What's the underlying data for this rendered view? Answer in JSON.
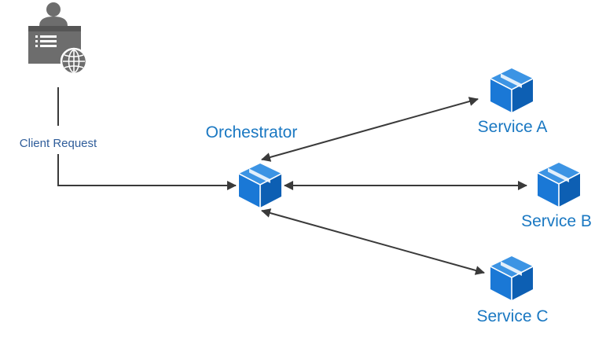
{
  "diagram": {
    "client": {
      "label": "Client Request",
      "icon": "client-browser-icon"
    },
    "orchestrator": {
      "label": "Orchestrator",
      "icon": "cube-icon"
    },
    "services": [
      {
        "label": "Service A",
        "icon": "cube-icon"
      },
      {
        "label": "Service B",
        "icon": "cube-icon"
      },
      {
        "label": "Service C",
        "icon": "cube-icon"
      }
    ]
  },
  "colors": {
    "cube_primary": "#1a78d6",
    "cube_light": "#3c94e4",
    "cube_dark": "#0d5fb3",
    "label_blue": "#1a78c2",
    "client_text": "#2f5d9a",
    "icon_gray": "#6d6d6d",
    "connector": "#3a3a3a"
  }
}
